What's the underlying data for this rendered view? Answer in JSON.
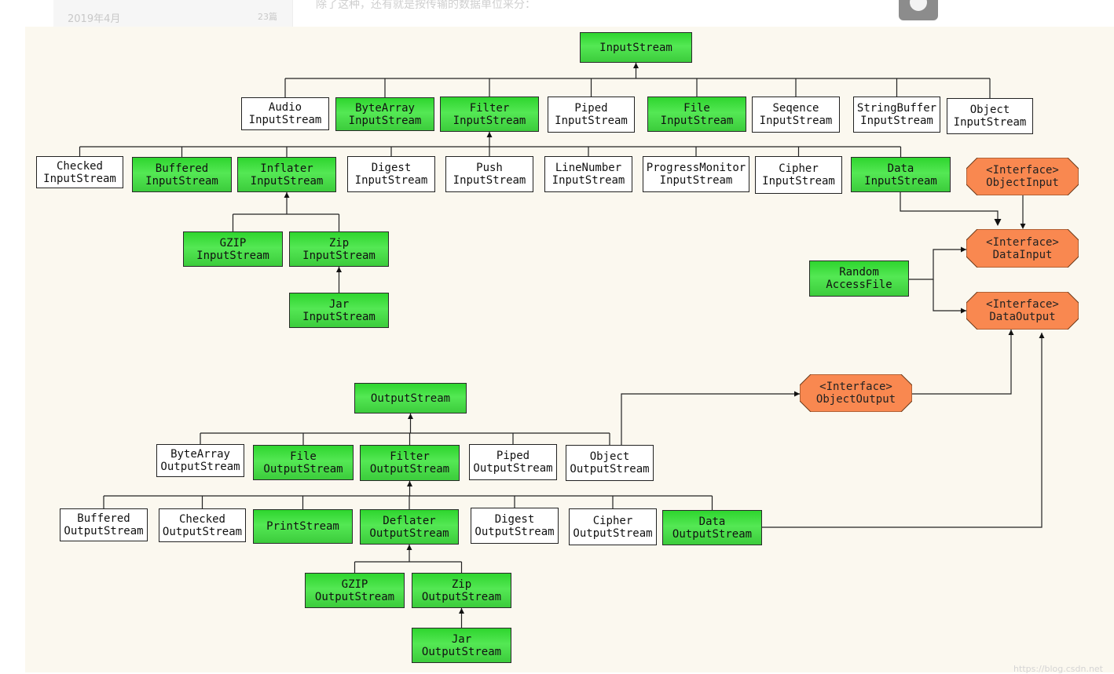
{
  "page": {
    "date": "2019年4月",
    "count": "23篇",
    "snippet": "除了这种，还有就是按传输的数据单位来分："
  },
  "colors": {
    "green": "#3fd63f",
    "plain": "#ffffff",
    "interface": "#f98850",
    "interface_border": "#6b3a1a",
    "canvas": "#fbf8ef"
  },
  "input_root": {
    "id": "InputStream",
    "lines": [
      "InputStream"
    ],
    "color": "green"
  },
  "input_level1": [
    {
      "id": "AudioInputStream",
      "lines": [
        "Audio",
        "InputStream"
      ],
      "color": "plain"
    },
    {
      "id": "ByteArrayInputStream",
      "lines": [
        "ByteArray",
        "InputStream"
      ],
      "color": "green"
    },
    {
      "id": "FilterInputStream",
      "lines": [
        "Filter",
        "InputStream"
      ],
      "color": "green"
    },
    {
      "id": "PipedInputStream",
      "lines": [
        "Piped",
        "InputStream"
      ],
      "color": "plain"
    },
    {
      "id": "FileInputStream",
      "lines": [
        "File",
        "InputStream"
      ],
      "color": "green"
    },
    {
      "id": "SeqenceInputStream",
      "lines": [
        "Seqence",
        "InputStream"
      ],
      "color": "plain"
    },
    {
      "id": "StringBufferInputStream",
      "lines": [
        "StringBuffer",
        "InputStream"
      ],
      "color": "plain"
    },
    {
      "id": "ObjectInputStream",
      "lines": [
        "Object",
        "InputStream"
      ],
      "color": "plain"
    }
  ],
  "input_level2": [
    {
      "id": "CheckedInputStream",
      "lines": [
        "Checked",
        "InputStream"
      ],
      "color": "plain"
    },
    {
      "id": "BufferedInputStream",
      "lines": [
        "Buffered",
        "InputStream"
      ],
      "color": "green"
    },
    {
      "id": "InflaterInputStream",
      "lines": [
        "Inflater",
        "InputStream"
      ],
      "color": "green"
    },
    {
      "id": "DigestInputStream",
      "lines": [
        "Digest",
        "InputStream"
      ],
      "color": "plain"
    },
    {
      "id": "PushInputStream",
      "lines": [
        "Push",
        "InputStream"
      ],
      "color": "plain"
    },
    {
      "id": "LineNumberInputStream",
      "lines": [
        "LineNumber",
        "InputStream"
      ],
      "color": "plain"
    },
    {
      "id": "ProgressMonitorInputStream",
      "lines": [
        "ProgressMonitor",
        "InputStream"
      ],
      "color": "plain"
    },
    {
      "id": "CipherInputStream",
      "lines": [
        "Cipher",
        "InputStream"
      ],
      "color": "plain"
    },
    {
      "id": "DataInputStream",
      "lines": [
        "Data",
        "InputStream"
      ],
      "color": "green"
    }
  ],
  "input_level3": [
    {
      "id": "GZIPInputStream",
      "lines": [
        "GZIP",
        "InputStream"
      ],
      "color": "green"
    },
    {
      "id": "ZipInputStream",
      "lines": [
        "Zip",
        "InputStream"
      ],
      "color": "green"
    },
    {
      "id": "JarInputStream",
      "lines": [
        "Jar",
        "InputStream"
      ],
      "color": "green"
    }
  ],
  "random_access": {
    "id": "RandomAccessFile",
    "lines": [
      "Random",
      "AccessFile"
    ],
    "color": "green"
  },
  "interfaces": [
    {
      "id": "ObjectInput",
      "lines": [
        "<Interface>",
        "ObjectInput"
      ]
    },
    {
      "id": "DataInput",
      "lines": [
        "<Interface>",
        "DataInput"
      ]
    },
    {
      "id": "DataOutput",
      "lines": [
        "<Interface>",
        "DataOutput"
      ]
    },
    {
      "id": "ObjectOutput",
      "lines": [
        "<Interface>",
        "ObjectOutput"
      ]
    }
  ],
  "output_root": {
    "id": "OutputStream",
    "lines": [
      "OutputStream"
    ],
    "color": "green"
  },
  "output_level1": [
    {
      "id": "ByteArrayOutputStream",
      "lines": [
        "ByteArray",
        "OutputStream"
      ],
      "color": "plain"
    },
    {
      "id": "FileOutputStream",
      "lines": [
        "File",
        "OutputStream"
      ],
      "color": "green"
    },
    {
      "id": "FilterOutputStream",
      "lines": [
        "Filter",
        "OutputStream"
      ],
      "color": "green"
    },
    {
      "id": "PipedOutputStream",
      "lines": [
        "Piped",
        "OutputStream"
      ],
      "color": "plain"
    },
    {
      "id": "ObjectOutputStream",
      "lines": [
        "Object",
        "OutputStream"
      ],
      "color": "plain"
    }
  ],
  "output_level2": [
    {
      "id": "BufferedOutputStream",
      "lines": [
        "Buffered",
        "OutputStream"
      ],
      "color": "plain"
    },
    {
      "id": "CheckedOutputStream",
      "lines": [
        "Checked",
        "OutputStream"
      ],
      "color": "plain"
    },
    {
      "id": "PrintStream",
      "lines": [
        "PrintStream"
      ],
      "color": "green"
    },
    {
      "id": "DeflaterOutputStream",
      "lines": [
        "Deflater",
        "OutputStream"
      ],
      "color": "green"
    },
    {
      "id": "DigestOutputStream",
      "lines": [
        "Digest",
        "OutputStream"
      ],
      "color": "plain"
    },
    {
      "id": "CipherOutputStream",
      "lines": [
        "Cipher",
        "OutputStream"
      ],
      "color": "plain"
    },
    {
      "id": "DataOutputStream",
      "lines": [
        "Data",
        "OutputStream"
      ],
      "color": "green"
    }
  ],
  "output_level3": [
    {
      "id": "GZIPOutputStream",
      "lines": [
        "GZIP",
        "OutputStream"
      ],
      "color": "green"
    },
    {
      "id": "ZipOutputStream",
      "lines": [
        "Zip",
        "OutputStream"
      ],
      "color": "green"
    },
    {
      "id": "JarOutputStream",
      "lines": [
        "Jar",
        "OutputStream"
      ],
      "color": "green"
    }
  ],
  "edges": [
    {
      "from": "AudioInputStream",
      "to": "InputStream",
      "kind": "inherits"
    },
    {
      "from": "ByteArrayInputStream",
      "to": "InputStream",
      "kind": "inherits"
    },
    {
      "from": "FilterInputStream",
      "to": "InputStream",
      "kind": "inherits"
    },
    {
      "from": "PipedInputStream",
      "to": "InputStream",
      "kind": "inherits"
    },
    {
      "from": "FileInputStream",
      "to": "InputStream",
      "kind": "inherits"
    },
    {
      "from": "SeqenceInputStream",
      "to": "InputStream",
      "kind": "inherits"
    },
    {
      "from": "StringBufferInputStream",
      "to": "InputStream",
      "kind": "inherits"
    },
    {
      "from": "ObjectInputStream",
      "to": "InputStream",
      "kind": "inherits"
    },
    {
      "from": "CheckedInputStream",
      "to": "FilterInputStream",
      "kind": "inherits"
    },
    {
      "from": "BufferedInputStream",
      "to": "FilterInputStream",
      "kind": "inherits"
    },
    {
      "from": "InflaterInputStream",
      "to": "FilterInputStream",
      "kind": "inherits"
    },
    {
      "from": "DigestInputStream",
      "to": "FilterInputStream",
      "kind": "inherits"
    },
    {
      "from": "PushInputStream",
      "to": "FilterInputStream",
      "kind": "inherits"
    },
    {
      "from": "LineNumberInputStream",
      "to": "FilterInputStream",
      "kind": "inherits"
    },
    {
      "from": "ProgressMonitorInputStream",
      "to": "FilterInputStream",
      "kind": "inherits"
    },
    {
      "from": "CipherInputStream",
      "to": "FilterInputStream",
      "kind": "inherits"
    },
    {
      "from": "DataInputStream",
      "to": "FilterInputStream",
      "kind": "inherits"
    },
    {
      "from": "GZIPInputStream",
      "to": "InflaterInputStream",
      "kind": "inherits"
    },
    {
      "from": "ZipInputStream",
      "to": "InflaterInputStream",
      "kind": "inherits"
    },
    {
      "from": "JarInputStream",
      "to": "ZipInputStream",
      "kind": "inherits"
    },
    {
      "from": "DataInputStream",
      "to": "DataInput",
      "kind": "implements"
    },
    {
      "from": "ObjectInput",
      "to": "DataInput",
      "kind": "extends"
    },
    {
      "from": "RandomAccessFile",
      "to": "DataInput",
      "kind": "implements"
    },
    {
      "from": "RandomAccessFile",
      "to": "DataOutput",
      "kind": "implements"
    },
    {
      "from": "ObjectOutputStream",
      "to": "ObjectOutput",
      "kind": "implements"
    },
    {
      "from": "ObjectOutput",
      "to": "DataOutput",
      "kind": "extends"
    },
    {
      "from": "DataOutputStream",
      "to": "DataOutput",
      "kind": "implements"
    },
    {
      "from": "ByteArrayOutputStream",
      "to": "OutputStream",
      "kind": "inherits"
    },
    {
      "from": "FileOutputStream",
      "to": "OutputStream",
      "kind": "inherits"
    },
    {
      "from": "FilterOutputStream",
      "to": "OutputStream",
      "kind": "inherits"
    },
    {
      "from": "PipedOutputStream",
      "to": "OutputStream",
      "kind": "inherits"
    },
    {
      "from": "ObjectOutputStream",
      "to": "OutputStream",
      "kind": "inherits"
    },
    {
      "from": "BufferedOutputStream",
      "to": "FilterOutputStream",
      "kind": "inherits"
    },
    {
      "from": "CheckedOutputStream",
      "to": "FilterOutputStream",
      "kind": "inherits"
    },
    {
      "from": "PrintStream",
      "to": "FilterOutputStream",
      "kind": "inherits"
    },
    {
      "from": "DeflaterOutputStream",
      "to": "FilterOutputStream",
      "kind": "inherits"
    },
    {
      "from": "DigestOutputStream",
      "to": "FilterOutputStream",
      "kind": "inherits"
    },
    {
      "from": "CipherOutputStream",
      "to": "FilterOutputStream",
      "kind": "inherits"
    },
    {
      "from": "DataOutputStream",
      "to": "FilterOutputStream",
      "kind": "inherits"
    },
    {
      "from": "GZIPOutputStream",
      "to": "DeflaterOutputStream",
      "kind": "inherits"
    },
    {
      "from": "ZipOutputStream",
      "to": "DeflaterOutputStream",
      "kind": "inherits"
    },
    {
      "from": "JarOutputStream",
      "to": "ZipOutputStream",
      "kind": "inherits"
    }
  ],
  "watermark": "https://blog.csdn.net"
}
